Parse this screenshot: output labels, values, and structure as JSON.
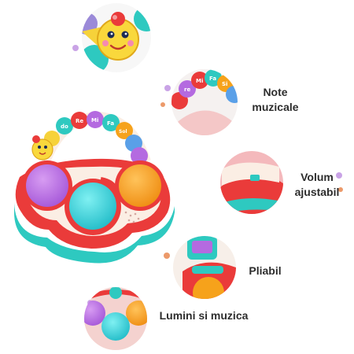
{
  "features": {
    "note": {
      "line1": "Note",
      "line2": "muzicale"
    },
    "volum": {
      "line1": "Volum",
      "line2": "ajustabil"
    },
    "pliabil": {
      "label": "Pliabil"
    },
    "lumini": {
      "label": "Lumini si muzica"
    }
  },
  "toy_keys": [
    "Re",
    "Mi",
    "Fa",
    "Sol",
    "do"
  ],
  "colors": {
    "teal": "#2ec9c0",
    "red": "#ea3b3a",
    "cream": "#fbeee4",
    "purple": "#b46ae0",
    "orange": "#f6a21b",
    "cyan": "#35d1d9",
    "yellow": "#f6d23a"
  }
}
